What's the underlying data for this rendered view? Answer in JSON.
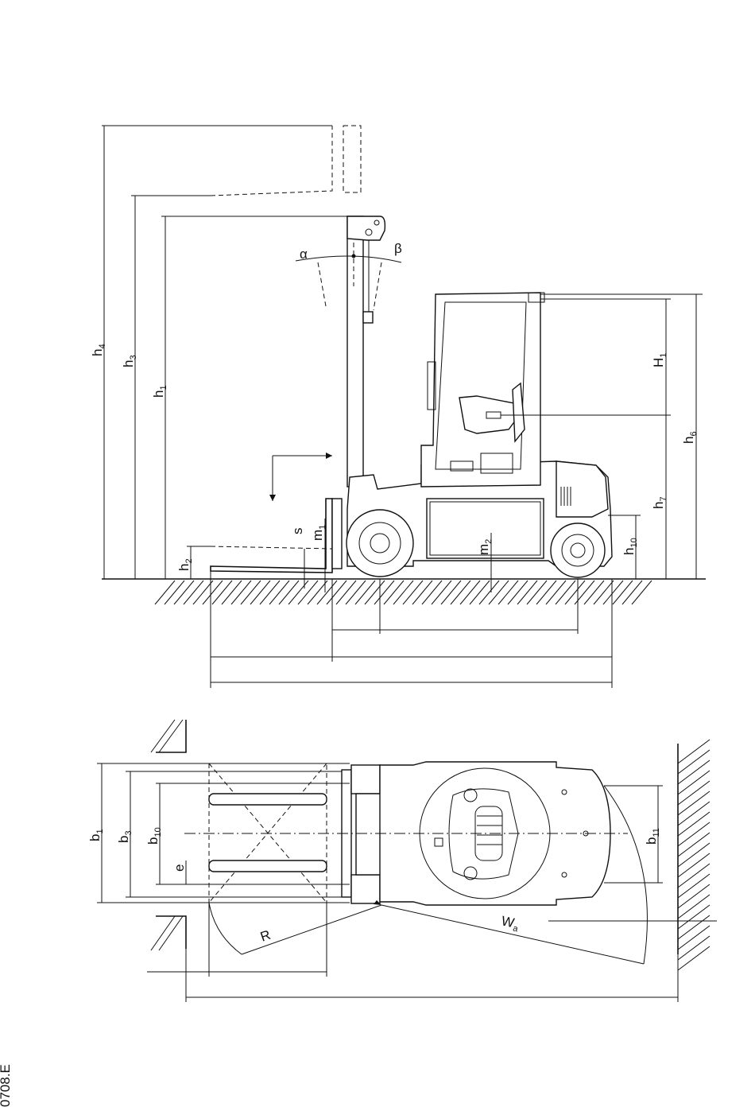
{
  "side_view_labels": {
    "h4": {
      "main": "h",
      "sub": "4"
    },
    "h3": {
      "main": "h",
      "sub": "3"
    },
    "h1": {
      "main": "h",
      "sub": "1"
    },
    "h2": {
      "main": "h",
      "sub": "2"
    },
    "s": {
      "main": "s",
      "sub": ""
    },
    "m1": {
      "main": "m",
      "sub": "1"
    },
    "m2": {
      "main": "m",
      "sub": "2"
    },
    "H1": {
      "main": "H",
      "sub": "1"
    },
    "h6": {
      "main": "h",
      "sub": "6"
    },
    "h7": {
      "main": "h",
      "sub": "7"
    },
    "h10": {
      "main": "h",
      "sub": "10"
    },
    "alpha": "α",
    "beta": "β"
  },
  "top_view_labels": {
    "b1": {
      "main": "b",
      "sub": "1"
    },
    "b3": {
      "main": "b",
      "sub": "3"
    },
    "b10": {
      "main": "b",
      "sub": "10"
    },
    "b11": {
      "main": "b",
      "sub": "11"
    },
    "e": {
      "main": "e",
      "sub": ""
    },
    "R": "R",
    "Wa": {
      "main": "W",
      "sub": "a"
    }
  },
  "document_code": "0708.E",
  "colors": {
    "line": "#111111",
    "background": "#ffffff"
  }
}
